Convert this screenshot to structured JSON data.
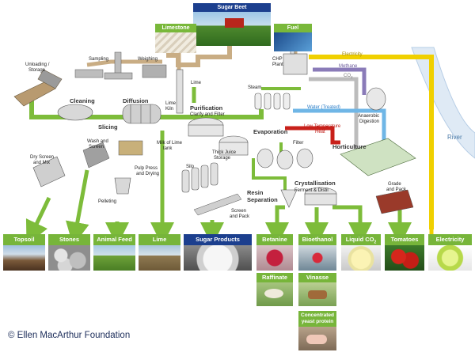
{
  "top_inputs": {
    "sugar_beet": "Sugar Beet",
    "limestone": "Limestone",
    "fuel": "Fuel"
  },
  "process_labels": {
    "unloading": "Unloading /",
    "storage": "Storage",
    "sampling": "Sampling",
    "weighing": "Weighing",
    "cleaning": "Cleaning",
    "diffusion": "Diffusion",
    "slicing": "Slicing",
    "lime_kiln_1": "Lime",
    "lime_kiln_2": "Kiln",
    "lime_arrow": "Lime",
    "purification": "Purification",
    "clarify": "Clarify and Filter",
    "chp_1": "CHP",
    "chp_2": "Plant",
    "steam": "Steam",
    "evaporation": "Evaporation",
    "filter": "Filter",
    "milk_of_lime_1": "Milk of Lime",
    "milk_of_lime_2": "tank",
    "wash_1": "Wash and",
    "wash_2": "Screen",
    "dry_screen_1": "Dry Screen",
    "dry_screen_2": "and Mix",
    "pulp_1": "Pulp Press",
    "pulp_2": "and Drying",
    "pelleting": "Pelleting",
    "thick_juice_1": "Thick Juice",
    "thick_juice_2": "Storage",
    "silo": "Silo",
    "crystallisation": "Crystallisation",
    "ferment": "Ferment & Distil",
    "resin_1": "Resin",
    "resin_2": "Separation",
    "screen_pack_1": "Screen",
    "screen_pack_2": "and Pack",
    "grade_pack_1": "Grade",
    "grade_pack_2": "and Pack",
    "horticulture": "Horticulture",
    "anaerobic_1": "Anaerobic",
    "anaerobic_2": "Digestion",
    "river": "River"
  },
  "flow_labels": {
    "electricity": "Electricity",
    "methane": "Methane",
    "co2": "CO",
    "co2_sub": "2",
    "water": "Water (Treated)",
    "low_temp_1": "Low Temperature",
    "low_temp_2": "Heat"
  },
  "products": [
    {
      "key": "topsoil",
      "label": "Topsoil"
    },
    {
      "key": "stones",
      "label": "Stones"
    },
    {
      "key": "animal_feed",
      "label": "Animal Feed"
    },
    {
      "key": "lime",
      "label": "Lime"
    },
    {
      "key": "sugar_products",
      "label": "Sugar Products"
    },
    {
      "key": "betanine",
      "label": "Betanine"
    },
    {
      "key": "bioethanol",
      "label": "Bioethanol"
    },
    {
      "key": "liquid_co2",
      "label": "Liquid CO",
      "sub": "2"
    },
    {
      "key": "tomatoes",
      "label": "Tomatoes"
    },
    {
      "key": "electricity",
      "label": "Electricity"
    }
  ],
  "byproducts": {
    "raffinate": "Raffinate",
    "vinasse": "Vinasse",
    "yeast_1": "Concentrated",
    "yeast_2": "yeast protein"
  },
  "colors": {
    "flow_green": "#7dbc3a",
    "flow_tan": "#c9ad84",
    "electricity": "#f0d000",
    "methane": "#8a7bb8",
    "co2": "#bcbcbc",
    "water": "#6fb6e6",
    "heat": "#c8201a",
    "product_green": "#77b53a",
    "product_navy": "#1c3f8e"
  },
  "credit": "© Ellen MacArthur Foundation"
}
